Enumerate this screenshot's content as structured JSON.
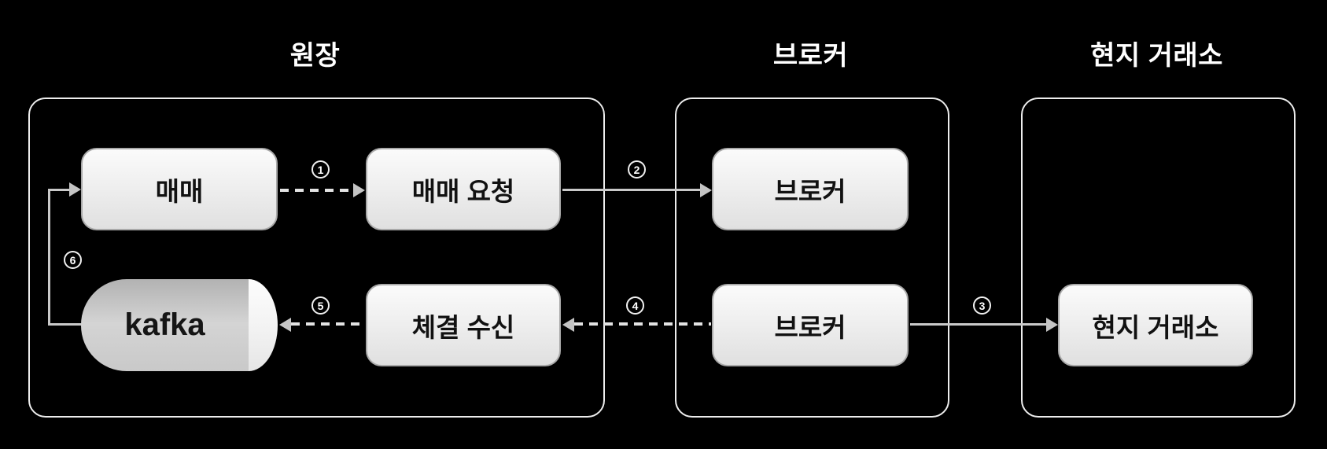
{
  "diagram": {
    "groups": {
      "ledger": {
        "title": "원장"
      },
      "broker": {
        "title": "브로커"
      },
      "exchange": {
        "title": "현지 거래소"
      }
    },
    "nodes": {
      "trade": {
        "label": "매매"
      },
      "trade_request": {
        "label": "매매 요청"
      },
      "broker_top": {
        "label": "브로커"
      },
      "kafka": {
        "label": "kafka"
      },
      "fill_receive": {
        "label": "체결 수신"
      },
      "broker_bottom": {
        "label": "브로커"
      },
      "local_exchange": {
        "label": "현지 거래소"
      }
    },
    "steps": [
      "1",
      "2",
      "3",
      "4",
      "5",
      "6"
    ],
    "colors": {
      "background": "#000000",
      "container_border": "#ededed",
      "node_fill_top": "#fbfbfb",
      "node_fill_bottom": "#e0e0e0",
      "node_border": "#a9a9a9",
      "cylinder_body": "#c4c4c4",
      "cylinder_cap": "#f2f2f2",
      "arrow_solid": "#c9c9c9",
      "arrow_dashed": "#e3e3e3",
      "title_text": "#ffffff",
      "node_text": "#111111"
    }
  }
}
